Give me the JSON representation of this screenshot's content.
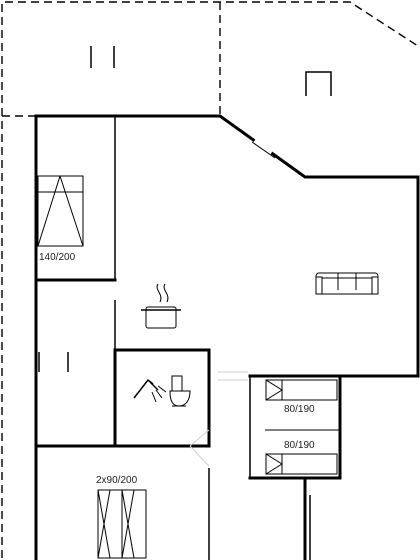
{
  "labels": {
    "bed_double": "140/200",
    "bed_single_1": "80/190",
    "bed_single_2": "80/190",
    "bed_twin": "2x90/200"
  },
  "icons": [
    "kitchen-pot-icon",
    "shower-icon",
    "toilet-icon",
    "sofa-icon"
  ],
  "colors": {
    "wall": "#000000",
    "background": "#ffffff"
  }
}
